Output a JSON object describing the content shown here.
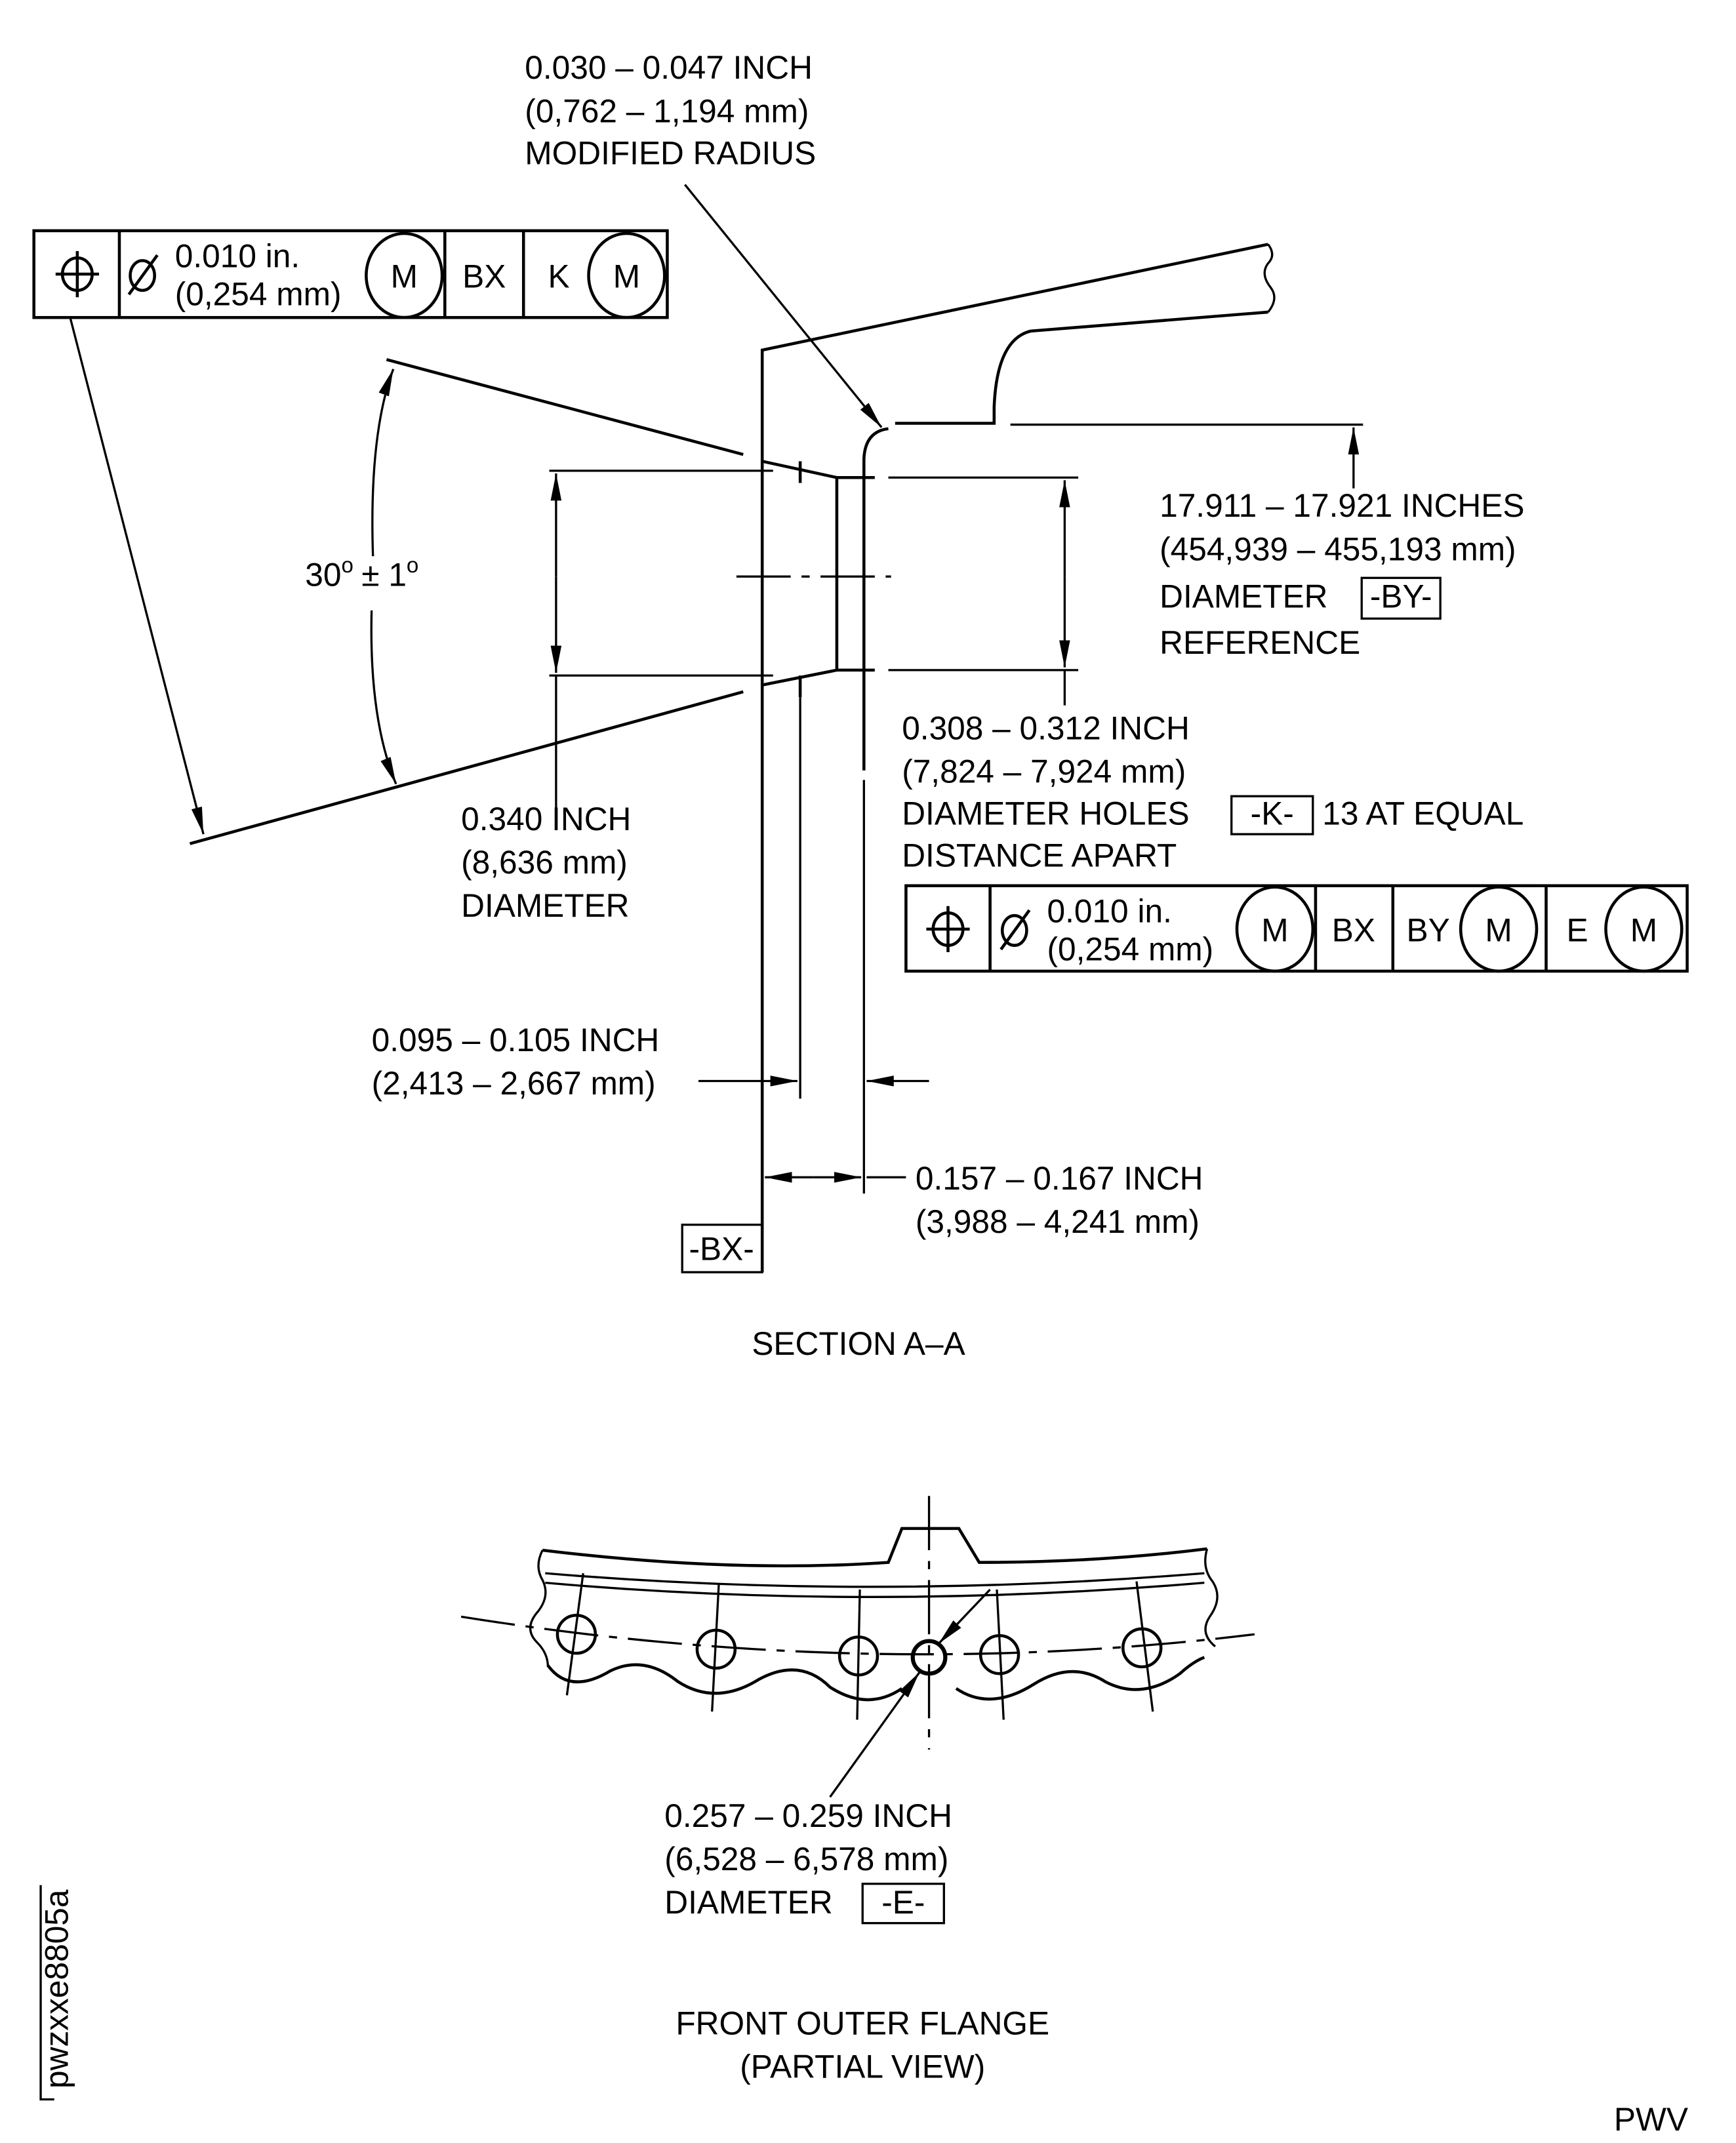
{
  "section": {
    "radius_note": [
      "0.030 – 0.047 INCH",
      "(0,762 – 1,194 mm)",
      "MODIFIED RADIUS"
    ],
    "fcf_top": {
      "tolerance_in": "0.010 in.",
      "tolerance_mm": "(0,254 mm)",
      "modifier": "M",
      "datum1": "BX",
      "datum2": "K",
      "datum2_modifier": "M"
    },
    "angle": {
      "value": "30",
      "deg": "o",
      "pm": "± 1",
      "deg2": "o"
    },
    "by_note": [
      "17.911 – 17.921 INCHES",
      "(454,939 – 455,193 mm)",
      "DIAMETER",
      "-BY-",
      "REFERENCE"
    ],
    "holes_note": [
      "0.308 – 0.312 INCH",
      "(7,824 – 7,924 mm)",
      "DIAMETER HOLES",
      "-K-",
      "13 AT EQUAL",
      "DISTANCE APART"
    ],
    "fcf_right": {
      "tolerance_in": "0.010 in.",
      "tolerance_mm": "(0,254 mm)",
      "modifier": "M",
      "datum1": "BX",
      "datum2": "BY",
      "datum2_modifier": "M",
      "datum3": "E",
      "datum3_modifier": "M"
    },
    "dia_note": [
      "0.340 INCH",
      "(8,636 mm)",
      "DIAMETER"
    ],
    "thick_note": [
      "0.095 – 0.105 INCH",
      "(2,413 – 2,667  mm)"
    ],
    "width_note": [
      "0.157 – 0.167 INCH",
      "(3,988 – 4,241 mm)"
    ],
    "datum_bx": "-BX-",
    "title": "SECTION A–A"
  },
  "flange_view": {
    "hole_note": [
      "0.257 – 0.259 INCH",
      "(6,528 – 6,578 mm)",
      "DIAMETER",
      "-E-"
    ],
    "title": [
      "FRONT OUTER FLANGE",
      "(PARTIAL VIEW)"
    ]
  },
  "figure_id": "pwzxxe8805a",
  "code": "PWV"
}
